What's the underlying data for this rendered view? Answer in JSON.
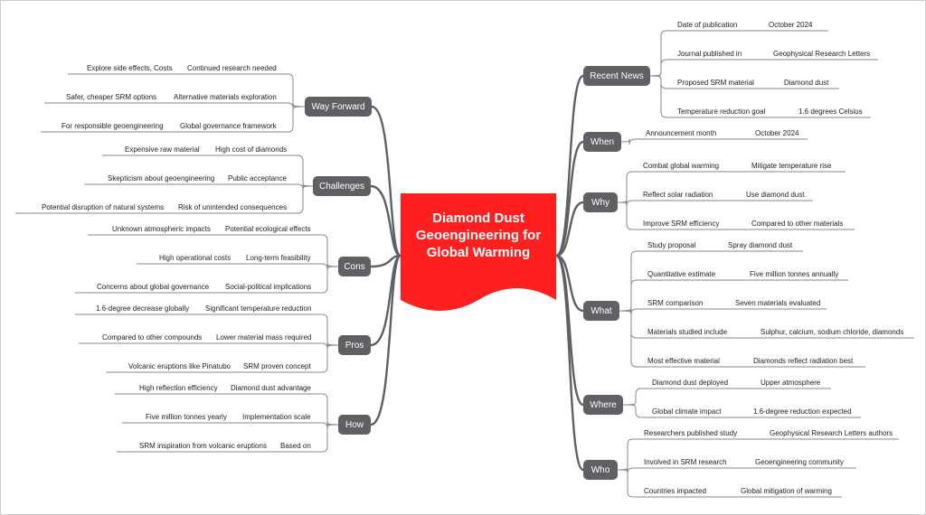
{
  "central": {
    "title": "Diamond Dust Geoengineering for Global Warming",
    "color": "#ff1f1f"
  },
  "colors": {
    "branch_node": "#5f6063",
    "connector": "#5f6063",
    "underline": "#8a8a8a"
  },
  "branches": [
    {
      "side": "right",
      "label": "Recent News",
      "items": [
        [
          "Date of publication",
          "October 2024"
        ],
        [
          "Journal published in",
          "Geophysical Research Letters"
        ],
        [
          "Proposed SRM material",
          "Diamond dust"
        ],
        [
          "Temperature reduction goal",
          "1.6 degrees Celsius"
        ]
      ]
    },
    {
      "side": "right",
      "label": "When",
      "items": [
        [
          "Announcement month",
          "October 2024"
        ]
      ]
    },
    {
      "side": "right",
      "label": "Why",
      "items": [
        [
          "Combat global warming",
          "Mitigate temperature rise"
        ],
        [
          "Reflect solar radiation",
          "Use diamond dust"
        ],
        [
          "Improve SRM efficiency",
          "Compared to other materials"
        ]
      ]
    },
    {
      "side": "right",
      "label": "What",
      "items": [
        [
          "Study proposal",
          "Spray diamond dust"
        ],
        [
          "Quantitative estimate",
          "Five million tonnes annually"
        ],
        [
          "SRM comparison",
          "Seven materials evaluated"
        ],
        [
          "Materials studied include",
          "Sulphur, calcium, sodium chloride, diamonds"
        ],
        [
          "Most effective material",
          "Diamonds reflect radiation best"
        ]
      ]
    },
    {
      "side": "right",
      "label": "Where",
      "items": [
        [
          "Diamond dust deployed",
          "Upper atmosphere"
        ],
        [
          "Global climate impact",
          "1.6-degree reduction expected"
        ]
      ]
    },
    {
      "side": "right",
      "label": "Who",
      "items": [
        [
          "Researchers published study",
          "Geophysical Research Letters authors"
        ],
        [
          "Involved in SRM research",
          "Geoengineering community"
        ],
        [
          "Countries impacted",
          "Global mitigation of warming"
        ]
      ]
    },
    {
      "side": "left",
      "label": "Way Forward",
      "items": [
        [
          "Continued research needed",
          "Explore side effects, Costs"
        ],
        [
          "Alternative materials exploration",
          "Safer, cheaper SRM options"
        ],
        [
          "Global governance framework",
          "For responsible geoengineering"
        ]
      ]
    },
    {
      "side": "left",
      "label": "Challenges",
      "items": [
        [
          "High cost of diamonds",
          "Expensive raw material"
        ],
        [
          "Public acceptance",
          "Skepticism about geoengineering"
        ],
        [
          "Risk of unintended consequences",
          "Potential disruption of natural systems"
        ]
      ]
    },
    {
      "side": "left",
      "label": "Cons",
      "items": [
        [
          "Potential ecological effects",
          "Unknown atmospheric impacts"
        ],
        [
          "Long-term feasibility",
          "High operational costs"
        ],
        [
          "Social-political implications",
          "Concerns about global governance"
        ]
      ]
    },
    {
      "side": "left",
      "label": "Pros",
      "items": [
        [
          "Significant temperature reduction",
          "1.6-degree decrease globally"
        ],
        [
          "Lower material mass required",
          "Compared to other compounds"
        ],
        [
          "SRM proven concept",
          "Volcanic eruptions like Pinatubo"
        ]
      ]
    },
    {
      "side": "left",
      "label": "How",
      "items": [
        [
          "Diamond dust advantage",
          "High reflection efficiency"
        ],
        [
          "Implementation scale",
          "Five million tonnes yearly"
        ],
        [
          "Based on",
          "SRM inspiration from volcanic eruptions"
        ]
      ]
    }
  ]
}
